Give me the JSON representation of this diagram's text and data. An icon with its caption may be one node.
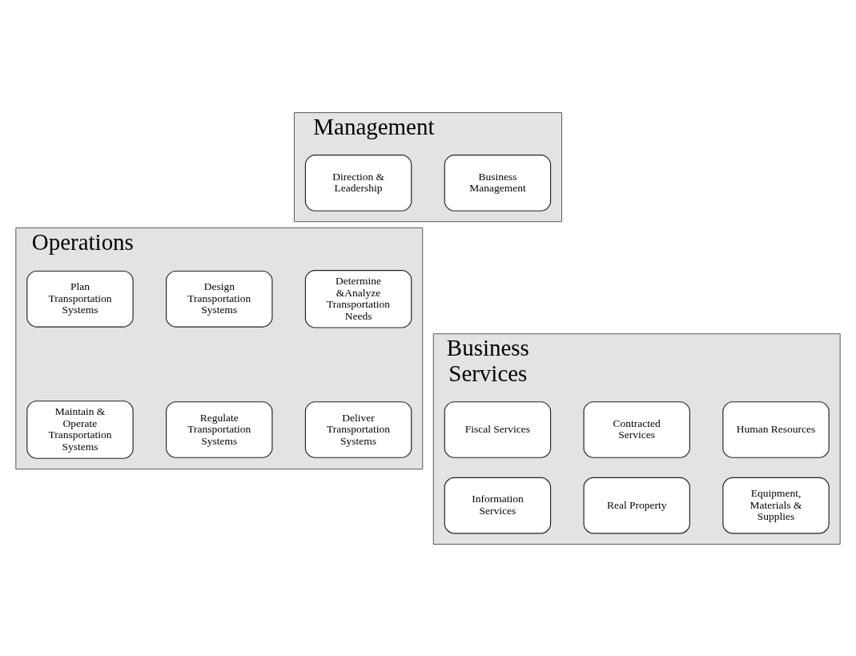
{
  "diagram": {
    "nodes": [
      {
        "text": [
          "Management"
        ]
      },
      {
        "text": [
          "Direction & Leadership"
        ],
        "in": 0
      },
      {
        "text": [
          "Business Management"
        ],
        "in": 0
      },
      {
        "text": [
          "Operations"
        ]
      },
      {
        "text": [
          "Determine &Analyze Transportation Needs"
        ],
        "in": 3
      },
      {
        "text": [
          "Plan Transportation Systems"
        ],
        "in": 3
      },
      {
        "text": [
          "Design Transportation Systems"
        ],
        "in": 3
      },
      {
        "text": [
          "Deliver Transportation Systems"
        ],
        "in": 3
      },
      {
        "text": [
          "Maintain & Operate Transportation Systems"
        ],
        "in": 3
      },
      {
        "text": [
          "Regulate Transportation Systems"
        ],
        "in": 3
      },
      {
        "text": [
          "Business Services"
        ]
      },
      {
        "text": [
          "Fiscal Services"
        ],
        "in": 10
      },
      {
        "text": [
          "Contracted Services"
        ],
        "in": 10
      },
      {
        "text": [
          "Human Resources"
        ],
        "in": 10
      },
      {
        "text": [
          "Information Services"
        ],
        "in": 10
      },
      {
        "text": [
          "Real Property"
        ],
        "in": 10
      },
      {
        "text": [
          "Equipment, Materials & Supplies"
        ],
        "in": 10
      }
    ]
  }
}
